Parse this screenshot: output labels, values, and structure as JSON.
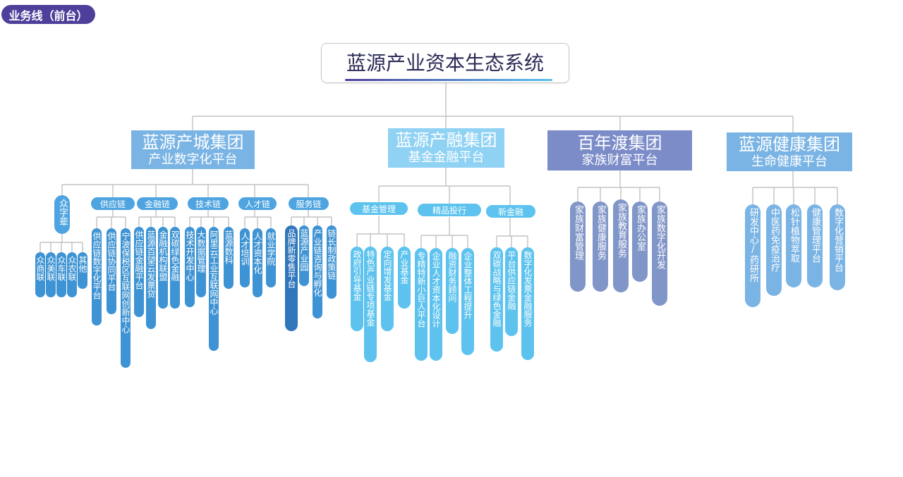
{
  "badge": "业务线（前台）",
  "root": {
    "title": "蓝源产业资本生态系统"
  },
  "colors": {
    "badge": "#4e3f9a",
    "group1": "#7ab4e4",
    "group2": "#8fd2f4",
    "group3": "#7b8cc8",
    "group4": "#7ab4e4",
    "leaf": "#3d93d3",
    "line": "#b8b8b8"
  },
  "groups": [
    {
      "title": "蓝源产城集团",
      "subtitle": "产业数字化平台"
    },
    {
      "title": "蓝源产融集团",
      "subtitle": "基金金融平台"
    },
    {
      "title": "百年渡集团",
      "subtitle": "家族财富平台"
    },
    {
      "title": "蓝源健康集团",
      "subtitle": "生命健康平台"
    }
  ],
  "g1": {
    "zhongzibei": "众字辈",
    "zhong_items": [
      "众商联",
      "众美联",
      "众车联",
      "众农联",
      "其他"
    ],
    "cats": [
      "供应链",
      "金融链",
      "技术链",
      "人才链",
      "服务链"
    ],
    "supply": [
      "供应链数字化平台",
      "供应链协同平台",
      "宁波保税区互联网创新中心"
    ],
    "finance": [
      "供应链金融平台",
      "蓝源百望云发票贷",
      "金融机构联盟",
      "双碳绿色金融"
    ],
    "tech": [
      "技术开发中心",
      "大数据管理",
      "阿里云工业互联网中心",
      "蓝源数科"
    ],
    "talent": [
      "人才培训",
      "人才资本化",
      "就业学院"
    ],
    "service": [
      "品牌新零售平台",
      "蓝源产业园",
      "产业链咨询与孵化",
      "链长制政策链"
    ]
  },
  "g2": {
    "cats": [
      "基金管理",
      "精品投行",
      "新金融"
    ],
    "fund": [
      "政府引导基金",
      "特色产业链专项基金",
      "定向增发基金",
      "产业基金"
    ],
    "ib": [
      "专精特新小巨人平台",
      "企业人才资本化设计",
      "融资财务顾问",
      "企业整体工程提升"
    ],
    "newfin": [
      "双碳战略与绿色金融",
      "平台供应链金融",
      "数字化发票金融服务"
    ]
  },
  "g3": {
    "items": [
      "家族财富管理",
      "家族健康服务",
      "家族教育服务",
      "家族办公室",
      "家族数字化开发"
    ]
  },
  "g4": {
    "items": [
      "研发中心/药研所",
      "中医药免疫治疗",
      "松针植物萃取",
      "健康管理平台",
      "数字化营销平台"
    ]
  }
}
